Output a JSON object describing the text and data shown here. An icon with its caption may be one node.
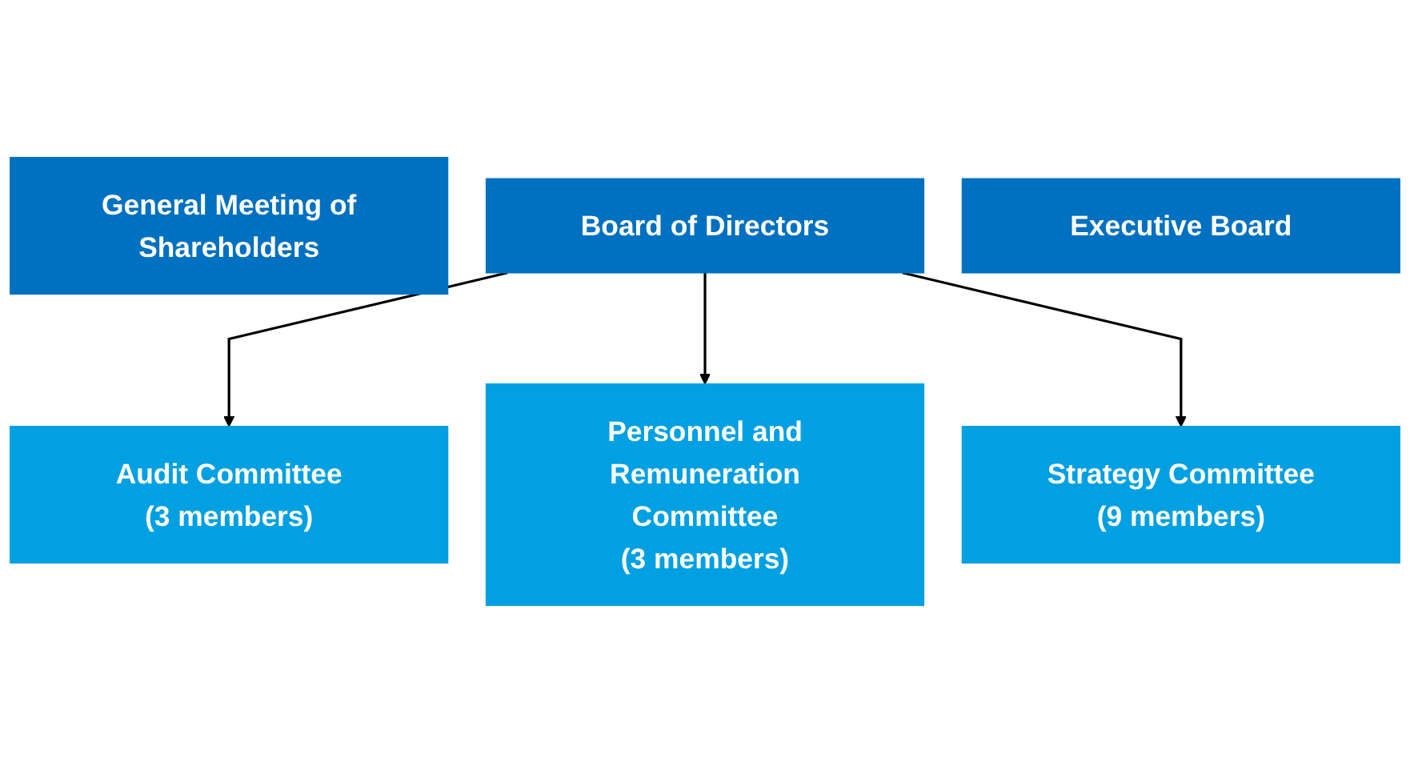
{
  "diagram": {
    "nodes": [
      {
        "text": [
          "General Meeting of Shareholders"
        ]
      },
      {
        "text": [
          "Board of Directors"
        ]
      },
      {
        "text": [
          "Executive Board"
        ]
      },
      {
        "text": [
          "Audit Committee",
          "(3 members)"
        ]
      },
      {
        "text": [
          "Personnel and Remuneration Committee",
          "(3 members)"
        ]
      },
      {
        "text": [
          "Strategy Committee",
          "(9 members)"
        ]
      }
    ],
    "edges": [
      {
        "from": 1,
        "to": 3,
        "arrow": "to"
      },
      {
        "from": 1,
        "to": 4,
        "arrow": "to"
      },
      {
        "from": 1,
        "to": 5,
        "arrow": "to"
      }
    ]
  }
}
